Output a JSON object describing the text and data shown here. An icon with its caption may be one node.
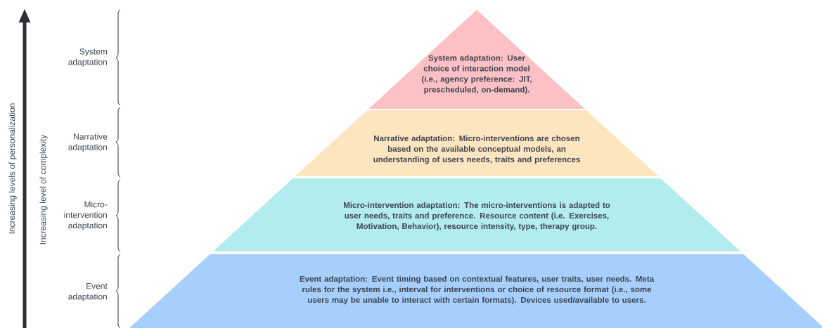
{
  "diagram": {
    "nodes": [
      {
        "text": [
          "System adaptation: User choice of interaction model (i.e., agency preference: JIT, prescheduled, on-demand)."
        ]
      },
      {
        "text": [
          "Narrative adaptation:  Micro-interventions are chosen based on the available conceptual models, an understanding of users needs, traits and preferences"
        ]
      },
      {
        "text": [
          "Micro-intervention adaptation: The micro-interventions is adapted to user needs,  traits and preference. Resource content (i.e. Exercises,  Motivation, Behavior),  resource intensity, type, therapy group."
        ]
      },
      {
        "text": [
          "Event adaptation:  Event timing based on contextual features, user traits, user needs. Meta rules for the system i.e., interval for interventions or choice of resource format (i.e.,  some users may be unable to interact with certain formats). Devices used/available to users."
        ]
      }
    ],
    "labels": [
      "Increasing levels of personalization",
      "Increasing level of complexity",
      "System adaptation",
      "Narrative adaptation",
      "Micro-intervention adaptation",
      "Event adaptation"
    ]
  }
}
